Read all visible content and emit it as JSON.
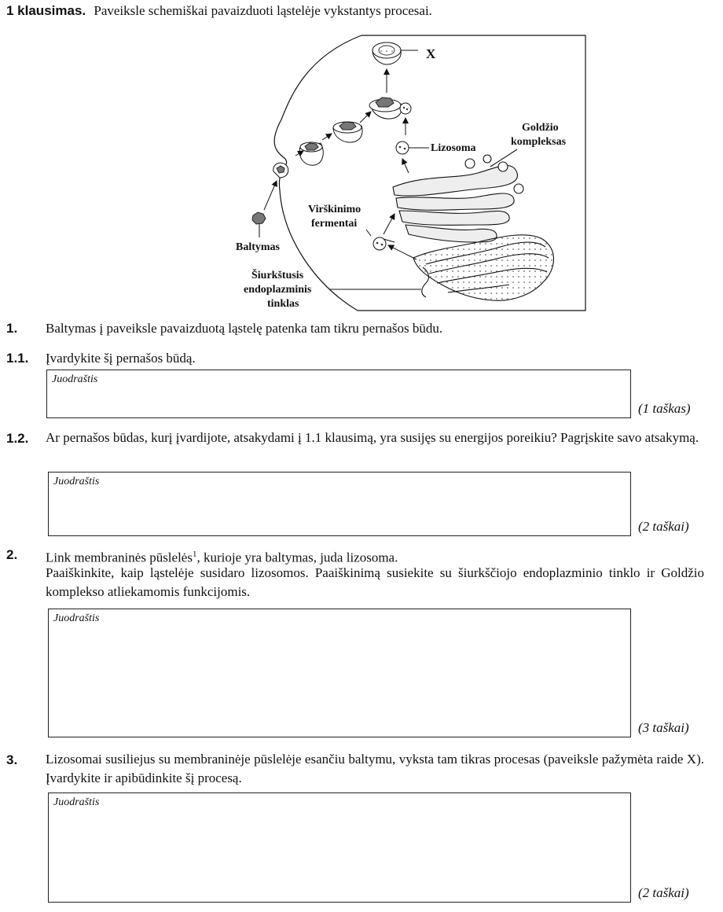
{
  "header": {
    "question_number": "1 klausimas.",
    "question_intro": "Paveiksle schemiškai pavaizduoti ląstelėje vykstantys procesai."
  },
  "figure": {
    "labels": {
      "x": "X",
      "lizosoma": "Lizosoma",
      "goldzio_1": "Goldžio",
      "goldzio_2": "kompleksas",
      "virskinimo_1": "Virškinimo",
      "virskinimo_2": "fermentai",
      "baltymas": "Baltymas",
      "siurkstusis_1": "Šiurkštusis",
      "siurkstusis_2": "endoplazminis",
      "siurkstusis_3": "tinklas"
    }
  },
  "q1": {
    "number": "1.",
    "text": "Baltymas į paveiksle pavaizduotą ląstelę patenka tam tikru pernašos būdu."
  },
  "q1_1": {
    "number": "1.1.",
    "text": "Įvardykite šį pernašos būdą.",
    "draft": "Juodraštis",
    "points": "(1 taškas)"
  },
  "q1_2": {
    "number": "1.2.",
    "text": "Ar pernašos būdas, kurį įvardijote, atsakydami į 1.1 klausimą, yra susijęs su energijos poreikiu? Pagrįskite savo atsakymą.",
    "draft": "Juodraštis",
    "points": "(2 taškai)"
  },
  "q2": {
    "number": "2.",
    "line1_a": "Link membraninės pūslelės",
    "line1_sup": "1",
    "line1_b": ", kurioje yra baltymas, juda lizosoma.",
    "text": "Paaiškinkite, kaip ląstelėje susidaro lizosomos. Paaiškinimą susiekite su šiurkščiojo endoplazminio tinklo ir Goldžio komplekso atliekamomis funkcijomis.",
    "draft": "Juodraštis",
    "points": "(3 taškai)"
  },
  "q3": {
    "number": "3.",
    "text": "Lizosomai susiliejus su membraninėje pūslelėje esančiu baltymu, vyksta tam tikras procesas (paveiksle pažymėta raide X). Įvardykite ir apibūdinkite šį procesą.",
    "draft": "Juodraštis",
    "points": "(2 taškai)"
  }
}
